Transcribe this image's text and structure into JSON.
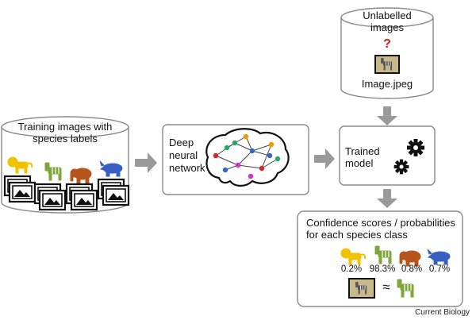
{
  "unlabelled": {
    "title": "Unlabelled images",
    "question_mark": "?",
    "file_name": "Image.jpeg"
  },
  "training": {
    "title": "Training images with species labels"
  },
  "network": {
    "label": "Deep neural network"
  },
  "model": {
    "label": "Trained model"
  },
  "output": {
    "title": "Confidence scores / probabilities for each species class",
    "scores": [
      {
        "species": "lion",
        "value": "0.2%",
        "color": "#f2c200"
      },
      {
        "species": "zebra",
        "value": "98.3%",
        "color": "#7fa63a"
      },
      {
        "species": "elephant",
        "value": "0.8%",
        "color": "#b5551b"
      },
      {
        "species": "rhino",
        "value": "0.7%",
        "color": "#3a5fc2"
      }
    ],
    "approx_symbol": "≈"
  },
  "credit": "Current Biology",
  "colors": {
    "arrow": "#9a9a9a",
    "border": "#8a8a8a",
    "lion": "#f2c200",
    "zebra": "#7fa63a",
    "elephant": "#b5551b",
    "rhino": "#3a5fc2"
  }
}
